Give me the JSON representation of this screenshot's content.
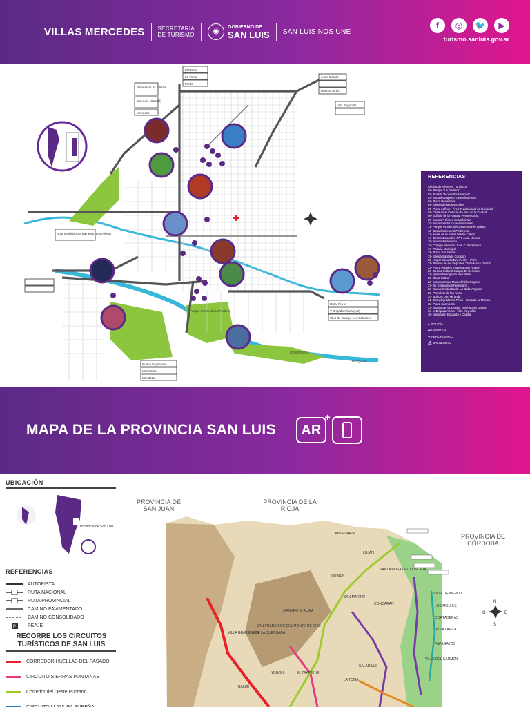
{
  "header": {
    "brand": "VILLAS MERCEDES",
    "secretaria_line1": "SECRETARÍA",
    "secretaria_line2": "DE TURISMO",
    "gobierno_line1": "GOBIERNO DE",
    "gobierno_line2": "SAN LUIS",
    "slogan": "SAN LUIS NOS UNE",
    "social_icons": [
      "facebook-icon",
      "instagram-icon",
      "twitter-icon",
      "youtube-icon"
    ],
    "website": "turismo.sanluis.gov.ar"
  },
  "city_map": {
    "road_signs": [
      {
        "label": "El Morro"
      },
      {
        "label": "La Toma"
      },
      {
        "label": "Merlo"
      },
      {
        "label": "Balneario Los Piletas"
      },
      {
        "label": "San Luis (Capital)"
      },
      {
        "label": "Mendoza"
      },
      {
        "label": "Justo Daract"
      },
      {
        "label": "Buenos Aires"
      },
      {
        "label": "Villa Reynolds"
      },
      {
        "label": "Ruta Interfábricas Balneario Los Piletas"
      },
      {
        "label": "Rural Río V"
      },
      {
        "label": "V Brigada Aérea (Apt)"
      },
      {
        "label": "Club de Campo Los Caldenes"
      },
      {
        "label": "Nueva Esperanza"
      },
      {
        "label": "La Pampa"
      },
      {
        "label": "Mendoza"
      }
    ],
    "place_labels": {
      "rio": "Río Quinto",
      "costanera": "COSTANERA",
      "parque": "Parque Provincial La Pedrera"
    },
    "references_title": "REFERENCIAS",
    "references": [
      "Oficina de Informes Turísticos",
      "01- Parque \"La Pedrera\"",
      "02- Puente \"Monseñor Miranda\"",
      "03- Escuela Superior de Bellas Artes",
      "04- Plaza Pedernera",
      "05- Iglesia de las Mercedes",
      "06- Plaza Lafinur - Área Fundacional de la ciudad",
      "07- Casa de la Cultura - Museo de la Ciudad",
      "08- Edificio de la Antigua Penitenciaria",
      "09- Museo \"Héroes de Malvinas\"",
      "10- Museo Histórico Héctor Aubert",
      "11- Parque Provincial/Costanera Río Quinto",
      "12- Escuela General Pedernera",
      "13- Mural de la Santa Madre Cabrini",
      "14- Centro Educativo N° 9 Juan Llerena",
      "15- Museo Ferroviario",
      "16- Colegio Nacional Juan C. Pedernera",
      "17- Palacio Municipal",
      "18- Plaza San Martín",
      "19- Iglesia Sagrado Corazón",
      "20- Hogar Escuela Eva Perón - IFDC",
      "21- Palacio de los Deportes \"José María Gatica\"",
      "22- Plaza Pringles e Iglesia San Roque",
      "23- Centro Cultural Gaspar Di Gennaro",
      "24- Iglesia Evangélica Metodista",
      "25- Casa Cabral",
      "26- Monumento a Manuel Félix Origone",
      "27- Ex Estación de Ferrocarril",
      "28- Nuevo anfiteatro de La Calle Angosta",
      "29- Plazoleta de las Artes",
      "30- Bolicho Don Miranda",
      "31- Complejo Molino Fénix - Casa de la Música",
      "32- Plaza Sarmiento",
      "33- Museo del Boxeador \"José María Gatica\"",
      "34- V Brigada Aérea - Villa Reynolds",
      "35- Iglesia del Bocadito y Capilla"
    ],
    "legend_items": [
      "POLICÍA",
      "HOSPITAL",
      "AEROPUERTO",
      "BALNEARIO"
    ]
  },
  "mid_banner": {
    "title": "MAPA DE LA PROVINCIA SAN LUIS",
    "ar_label": "AR",
    "ar_plus": "+"
  },
  "province_map": {
    "ubicacion_title": "UBICACIÓN",
    "provincia_label": "Provincia de San Luis",
    "referencias_title": "REFERENCIAS",
    "referencias": [
      {
        "label": "AUTOPISTA",
        "icon": "autopista-icon"
      },
      {
        "label": "RUTA NACIONAL",
        "icon": "ruta-nacional-icon"
      },
      {
        "label": "RUTA PROVINCIAL",
        "icon": "ruta-provincial-icon"
      },
      {
        "label": "CAMINO PAVIMENTADO",
        "icon": "paved-road-icon"
      },
      {
        "label": "CAMINO CONSOLIDADO",
        "icon": "consolidated-road-icon"
      },
      {
        "label": "PEAJE",
        "icon": "toll-icon"
      }
    ],
    "circuits_title_line1": "RECORRÉ LOS CIRCUITOS",
    "circuits_title_line2": "TURÍSTICOS DE SAN LUIS",
    "circuits": [
      {
        "label": "CORREDOR HUELLAS DEL PASADO",
        "color": "#e8202a"
      },
      {
        "label": "CIRCUITO SIERRAS PUNTANAS",
        "color": "#e63a80"
      },
      {
        "label": "Corredor del Oeste Puntano",
        "color": "#9ccb2b"
      },
      {
        "label": "CIRCUITO LLANURA SUREÑA",
        "color": "#2a7dc2"
      }
    ],
    "region_labels": {
      "san_juan": "PROVINCIA DE SAN JUAN",
      "la_rioja": "PROVINCIA DE LA RIOJA",
      "cordoba": "PROVINCIA DE CÓRDOBA"
    },
    "towns": [
      "CANDELARIA",
      "QUINES",
      "LUJÁN",
      "SAN FRANCISCO DEL MONTE DE ORO",
      "LEANDRO N. ALEM",
      "VILLA DE LA QUEBRADA",
      "SANTA ROSA DEL CONLARA",
      "SAN MARTÍN",
      "CONCARAN",
      "VILLA DE MERLO",
      "LOS MOLLES",
      "CORTADERAS",
      "VILLA LARCA",
      "PAPAGAYOS",
      "VILLA DEL CARMEN",
      "LA TOMA",
      "SALADILLO",
      "EL TRAPICHE",
      "NOGOLÍ",
      "BALDE",
      "VILLA GRAL. ROCA"
    ],
    "compass": {
      "n": "N",
      "s": "S",
      "e": "E",
      "o": "O"
    }
  }
}
